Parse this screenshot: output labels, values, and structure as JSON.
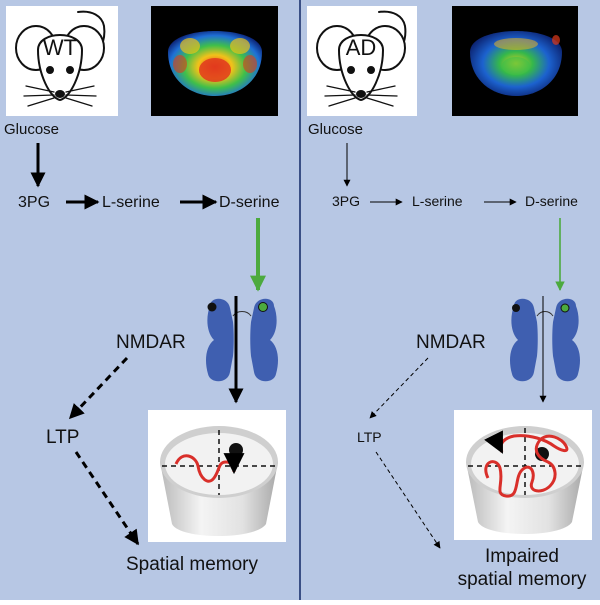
{
  "wt_panel": {
    "mouse_label": "WT",
    "glucose": "Glucose",
    "pg": "3PG",
    "lserine": "L-serine",
    "dserine": "D-serine",
    "nmdar": "NMDAR",
    "ltp": "LTP",
    "outcome": "Spatial memory"
  },
  "ad_panel": {
    "mouse_label": "AD",
    "glucose": "Glucose",
    "pg": "3PG",
    "lserine": "L-serine",
    "dserine": "D-serine",
    "nmdar": "NMDAR",
    "ltp": "LTP",
    "outcome_line1": "Impaired",
    "outcome_line2": "spatial memory"
  },
  "colors": {
    "background": "#b7c7e4",
    "divider": "#3a4f85",
    "receptor": "#3f5fb0",
    "green_arrow": "#4caa3e",
    "swim_path": "#d92f2a",
    "arrow": "#000000"
  },
  "icons": {
    "mouse": "mouse-icon",
    "brain_scan": "brain-pet-scan-icon",
    "receptor": "nmda-receptor-icon",
    "water_maze": "morris-water-maze-icon"
  }
}
